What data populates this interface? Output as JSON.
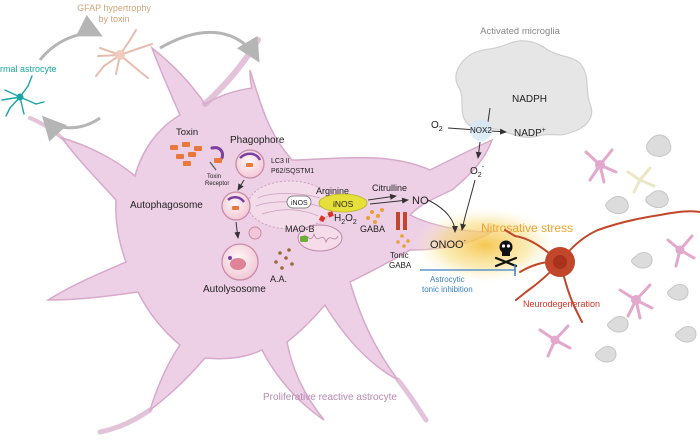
{
  "labels": {
    "gfap_line1": "GFAP hypertrophy",
    "gfap_line2": "by toxin",
    "normal_astrocyte": "rmal astrocyte",
    "activated_microglia": "Activated microglia",
    "nadph": "NADPH",
    "o2": "O",
    "o2_sub": "2",
    "nox2": "NOX2",
    "nadp": "NADP",
    "nadp_sup": "+",
    "superoxide": "O",
    "superoxide_sub": "2",
    "superoxide_sup": "-",
    "toxin": "Toxin",
    "phagophore": "Phagophore",
    "lc3": "LC3 II",
    "p62": "P62/SQSTM1",
    "toxin_receptor_line1": "Toxin",
    "toxin_receptor_line2": "Receptor",
    "autophagosome": "Autophagosome",
    "autolysosome": "Autolysosome",
    "arginine": "Arginine",
    "inos_left": "iNOS",
    "inos": "iNOS",
    "citrulline": "Citrulline",
    "no": "NO",
    "h2o2": "H",
    "h2o2_sub1": "2",
    "h2o2_o": "O",
    "h2o2_sub2": "2",
    "mao_b": "MAO-B",
    "gaba": "GABA",
    "aa": "A.A.",
    "tonic_gaba_line1": "Tonic",
    "tonic_gaba_line2": "GABA",
    "onoo": "ONOO",
    "onoo_sup": "-",
    "nitrosative_stress": "Nitrosative stress",
    "tonic_inhibition_line1": "Astrocytic",
    "tonic_inhibition_line2": "tonic inhibition",
    "neurodegeneration": "Neurodegeneration",
    "proliferative": "Proliferative reactive astrocyte"
  },
  "colors": {
    "astrocyte_fill": "#eed0e6",
    "astrocyte_stroke": "#d7a9cb",
    "microglia_fill": "#e6e6e6",
    "neuron": "#c2462a",
    "neuron_core": "#a8321c",
    "nitrosative": "#f0a230",
    "inos_oval": "#e8e03a",
    "gfap_text": "#d4a57a",
    "normal_text": "#1aa6a6",
    "inhibition_text": "#3a82c8",
    "neuro_text": "#d8352a",
    "toxin_orange": "#e8793a",
    "proliferative_text": "#b58ab0"
  }
}
